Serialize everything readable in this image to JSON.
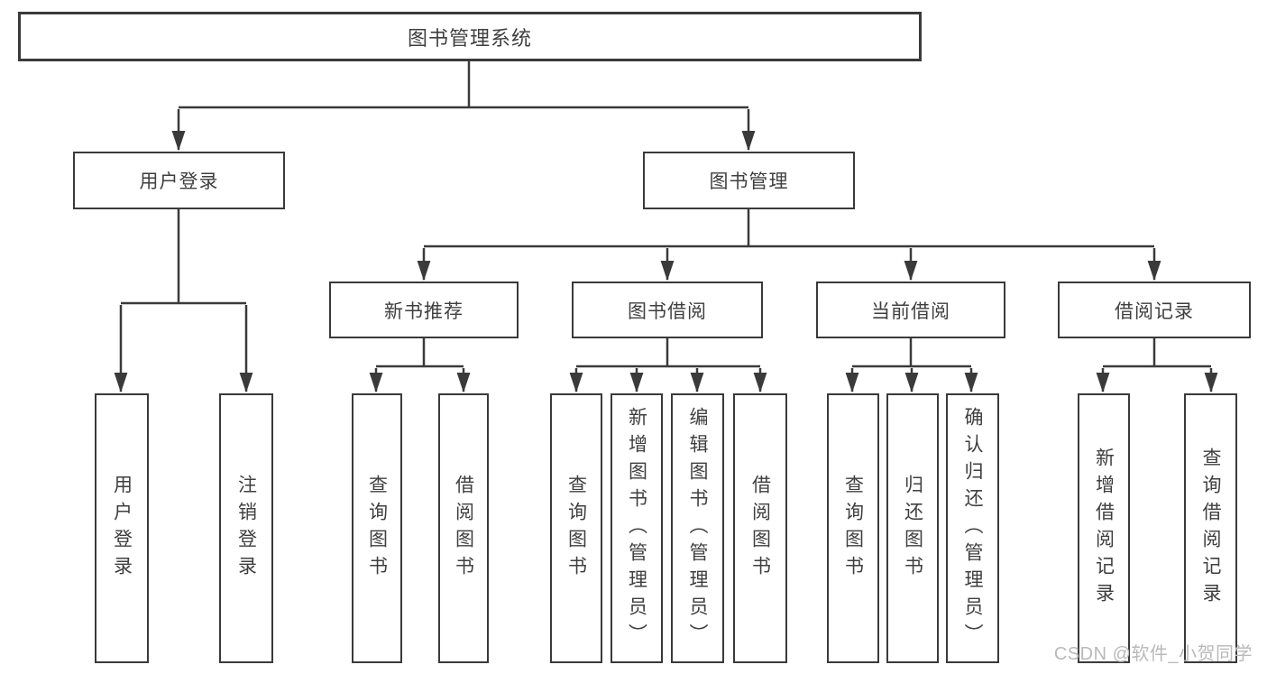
{
  "colors": {
    "line": "#3a3a3a",
    "text": "#3f3f3f",
    "background": "#ffffff",
    "watermark": "#b9b9b9"
  },
  "watermark": {
    "text": "CSDN @软件_小贺同学"
  },
  "tree": {
    "label": "图书管理系统",
    "children": [
      {
        "label": "用户登录",
        "children": [
          {
            "label": "用户登录"
          },
          {
            "label": "注销登录"
          }
        ]
      },
      {
        "label": "图书管理",
        "children": [
          {
            "label": "新书推荐",
            "children": [
              {
                "label": "查询图书"
              },
              {
                "label": "借阅图书"
              }
            ]
          },
          {
            "label": "图书借阅",
            "children": [
              {
                "label": "查询图书"
              },
              {
                "label": "新增图书（管理员）"
              },
              {
                "label": "编辑图书（管理员）"
              },
              {
                "label": "借阅图书"
              }
            ]
          },
          {
            "label": "当前借阅",
            "children": [
              {
                "label": "查询图书"
              },
              {
                "label": "归还图书"
              },
              {
                "label": "确认归还（管理员）"
              }
            ]
          },
          {
            "label": "借阅记录",
            "children": [
              {
                "label": "新增借阅记录"
              },
              {
                "label": "查询借阅记录"
              }
            ]
          }
        ]
      }
    ]
  }
}
